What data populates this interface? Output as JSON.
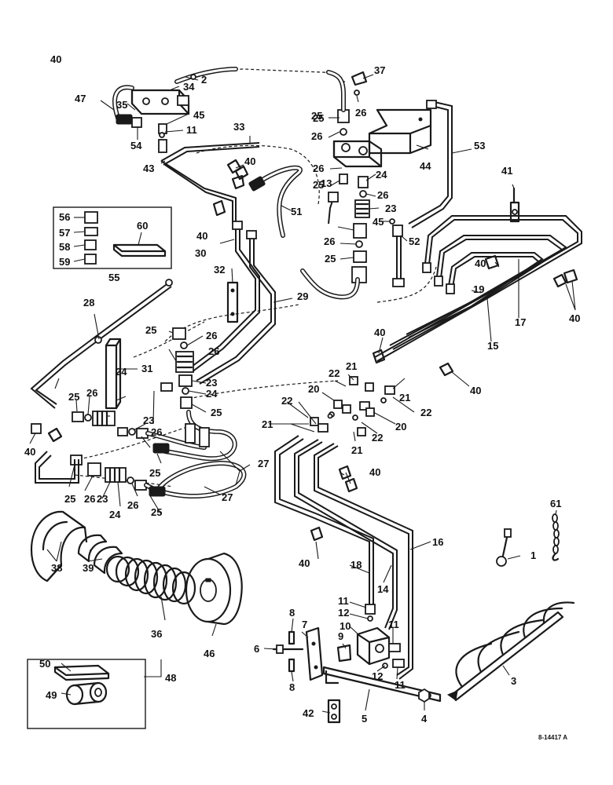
{
  "drawing_code": "8-14417 A",
  "callouts": [
    {
      "id": "c1",
      "text": "1"
    },
    {
      "id": "c2",
      "text": "2"
    },
    {
      "id": "c3",
      "text": "3"
    },
    {
      "id": "c4",
      "text": "4"
    },
    {
      "id": "c5",
      "text": "5"
    },
    {
      "id": "c6",
      "text": "6"
    },
    {
      "id": "c7",
      "text": "7"
    },
    {
      "id": "c8a",
      "text": "8"
    },
    {
      "id": "c8b",
      "text": "8"
    },
    {
      "id": "c9",
      "text": "9"
    },
    {
      "id": "c10",
      "text": "10"
    },
    {
      "id": "c11a",
      "text": "11"
    },
    {
      "id": "c11b",
      "text": "11"
    },
    {
      "id": "c11c",
      "text": "11"
    },
    {
      "id": "c11d",
      "text": "11"
    },
    {
      "id": "c12a",
      "text": "12"
    },
    {
      "id": "c12b",
      "text": "12"
    },
    {
      "id": "c13",
      "text": "13"
    },
    {
      "id": "c14",
      "text": "14"
    },
    {
      "id": "c15",
      "text": "15"
    },
    {
      "id": "c16",
      "text": "16"
    },
    {
      "id": "c17",
      "text": "17"
    },
    {
      "id": "c18",
      "text": "18"
    },
    {
      "id": "c19",
      "text": "19"
    },
    {
      "id": "c20a",
      "text": "20"
    },
    {
      "id": "c20b",
      "text": "20"
    },
    {
      "id": "c21a",
      "text": "21"
    },
    {
      "id": "c21b",
      "text": "21"
    },
    {
      "id": "c21c",
      "text": "21"
    },
    {
      "id": "c21d",
      "text": "21"
    },
    {
      "id": "c22a",
      "text": "22"
    },
    {
      "id": "c22b",
      "text": "22"
    },
    {
      "id": "c22c",
      "text": "22"
    },
    {
      "id": "c22d",
      "text": "22"
    },
    {
      "id": "c23a",
      "text": "23"
    },
    {
      "id": "c23b",
      "text": "23"
    },
    {
      "id": "c23c",
      "text": "23"
    },
    {
      "id": "c23d",
      "text": "23"
    },
    {
      "id": "c24a",
      "text": "24"
    },
    {
      "id": "c24b",
      "text": "24"
    },
    {
      "id": "c24c",
      "text": "24"
    },
    {
      "id": "c24d",
      "text": "24"
    },
    {
      "id": "c25a",
      "text": "25"
    },
    {
      "id": "c25b",
      "text": "25"
    },
    {
      "id": "c25c",
      "text": "25"
    },
    {
      "id": "c25d",
      "text": "25"
    },
    {
      "id": "c25e",
      "text": "25"
    },
    {
      "id": "c25f",
      "text": "25"
    },
    {
      "id": "c25g",
      "text": "25"
    },
    {
      "id": "c25h",
      "text": "25"
    },
    {
      "id": "c25i",
      "text": "25"
    },
    {
      "id": "c25j",
      "text": "25"
    },
    {
      "id": "c26a",
      "text": "26"
    },
    {
      "id": "c26b",
      "text": "26"
    },
    {
      "id": "c26c",
      "text": "26"
    },
    {
      "id": "c26d",
      "text": "26"
    },
    {
      "id": "c26e",
      "text": "26"
    },
    {
      "id": "c26f",
      "text": "26"
    },
    {
      "id": "c26g",
      "text": "26"
    },
    {
      "id": "c26h",
      "text": "26"
    },
    {
      "id": "c26i",
      "text": "26"
    },
    {
      "id": "c26j",
      "text": "26"
    },
    {
      "id": "c26k",
      "text": "26"
    },
    {
      "id": "c27a",
      "text": "27"
    },
    {
      "id": "c27b",
      "text": "27"
    },
    {
      "id": "c28",
      "text": "28"
    },
    {
      "id": "c29",
      "text": "29"
    },
    {
      "id": "c30",
      "text": "30"
    },
    {
      "id": "c31",
      "text": "31"
    },
    {
      "id": "c32",
      "text": "32"
    },
    {
      "id": "c33",
      "text": "33"
    },
    {
      "id": "c34",
      "text": "34"
    },
    {
      "id": "c35",
      "text": "35"
    },
    {
      "id": "c36",
      "text": "36"
    },
    {
      "id": "c37",
      "text": "37"
    },
    {
      "id": "c38",
      "text": "38"
    },
    {
      "id": "c39",
      "text": "39"
    },
    {
      "id": "c40a",
      "text": "40"
    },
    {
      "id": "c40b",
      "text": "40"
    },
    {
      "id": "c40c",
      "text": "40"
    },
    {
      "id": "c40d",
      "text": "40"
    },
    {
      "id": "c40e",
      "text": "40"
    },
    {
      "id": "c40f",
      "text": "40"
    },
    {
      "id": "c40g",
      "text": "40"
    },
    {
      "id": "c40h",
      "text": "40"
    },
    {
      "id": "c40i",
      "text": "40"
    },
    {
      "id": "c40j",
      "text": "40"
    },
    {
      "id": "c41",
      "text": "41"
    },
    {
      "id": "c42",
      "text": "42"
    },
    {
      "id": "c43",
      "text": "43"
    },
    {
      "id": "c44",
      "text": "44"
    },
    {
      "id": "c45a",
      "text": "45"
    },
    {
      "id": "c45b",
      "text": "45"
    },
    {
      "id": "c46",
      "text": "46"
    },
    {
      "id": "c47",
      "text": "47"
    },
    {
      "id": "c48",
      "text": "48"
    },
    {
      "id": "c49",
      "text": "49"
    },
    {
      "id": "c50",
      "text": "50"
    },
    {
      "id": "c51",
      "text": "51"
    },
    {
      "id": "c52",
      "text": "52"
    },
    {
      "id": "c53",
      "text": "53"
    },
    {
      "id": "c54",
      "text": "54"
    },
    {
      "id": "c55",
      "text": "55"
    },
    {
      "id": "c56",
      "text": "56"
    },
    {
      "id": "c57",
      "text": "57"
    },
    {
      "id": "c58",
      "text": "58"
    },
    {
      "id": "c59",
      "text": "59"
    },
    {
      "id": "c60",
      "text": "60"
    },
    {
      "id": "c61",
      "text": "61"
    }
  ]
}
